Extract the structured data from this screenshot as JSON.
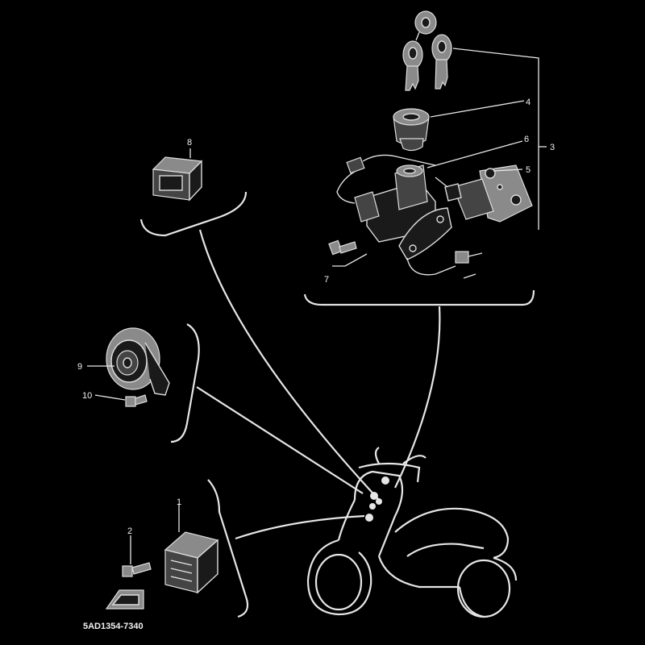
{
  "diagram": {
    "part_numbers": [
      "1",
      "2",
      "3",
      "4",
      "5",
      "6",
      "7",
      "8",
      "9",
      "10"
    ],
    "drawing_code": "5AD1354-7340"
  },
  "colors": {
    "background": "#000000",
    "line": "#e6e6e6"
  }
}
